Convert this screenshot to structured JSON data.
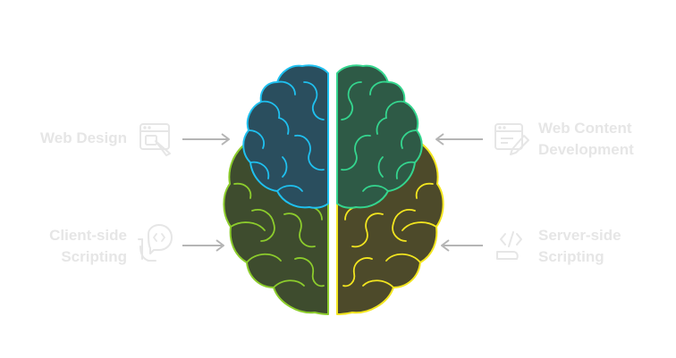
{
  "labels": {
    "web_design": [
      "Web Design"
    ],
    "client_side": [
      "Client-side",
      "Scripting"
    ],
    "web_content": [
      "Web Content",
      "Development"
    ],
    "server_side": [
      "Server-side",
      "Scripting"
    ]
  },
  "icons": {
    "web_design": "design-window-icon",
    "client_side": "code-hand-icon",
    "web_content": "content-edit-icon",
    "server_side": "code-tag-icon"
  },
  "colors": {
    "brain_top_left_fill": "#2a4e5e",
    "brain_top_left_stroke": "#1fc0ef",
    "brain_top_right_fill": "#2e5a46",
    "brain_top_right_stroke": "#34d58e",
    "brain_bottom_left_fill": "#3e4c2e",
    "brain_bottom_left_stroke": "#8ccc2c",
    "brain_bottom_right_fill": "#4d4a2a",
    "brain_bottom_right_stroke": "#f2e51f",
    "arrow": "#b5b5b5",
    "label_text": "#e6e6e6",
    "icon_stroke": "#e6e6e6"
  }
}
